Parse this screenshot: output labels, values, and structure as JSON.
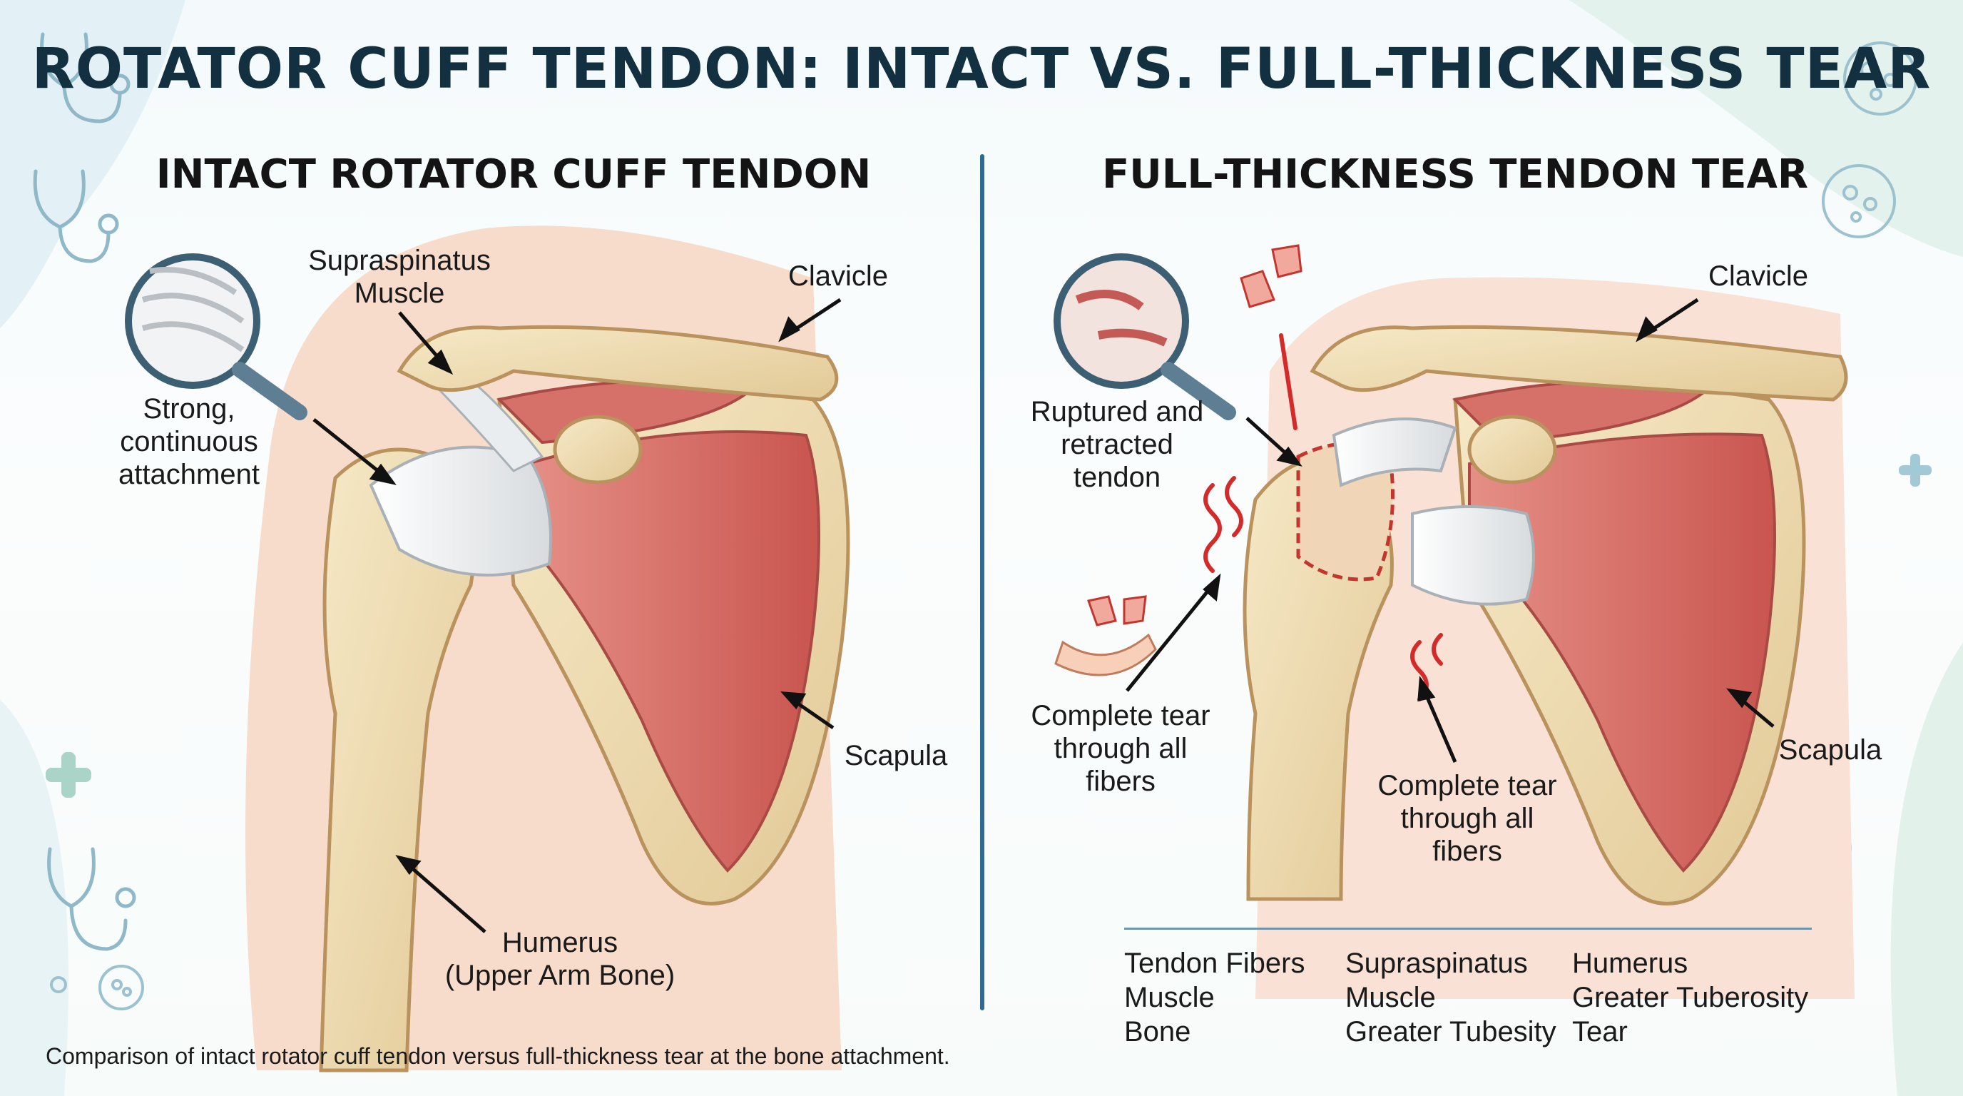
{
  "title": "ROTATOR CUFF TENDON: INTACT VS. FULL-THICKNESS TEAR",
  "left_panel": {
    "heading": "INTACT ROTATOR CUFF TENDON",
    "labels": {
      "supraspinatus_line1": "Supraspinatus",
      "supraspinatus_line2": "Muscle",
      "clavicle": "Clavicle",
      "strong_line1": "Strong,",
      "strong_line2": "continuous",
      "strong_line3": "attachment",
      "scapula": "Scapula",
      "humerus_line1": "Humerus",
      "humerus_line2": "(Upper Arm Bone)"
    }
  },
  "right_panel": {
    "heading": "FULL-THICKNESS TENDON TEAR",
    "labels": {
      "clavicle": "Clavicle",
      "ruptured_line1": "Ruptured and",
      "ruptured_line2": "retracted",
      "ruptured_line3": "tendon",
      "tear_a_line1": "Complete tear",
      "tear_a_line2": "through all",
      "tear_a_line3": "fibers",
      "tear_b_line1": "Complete tear",
      "tear_b_line2": "through all",
      "tear_b_line3": "fibers",
      "scapula": "Scapula"
    }
  },
  "legend": {
    "col1": [
      "Tendon Fibers",
      "Muscle",
      "Bone"
    ],
    "col2": [
      "Supraspinatus",
      "Muscle",
      "Greater Tubesity"
    ],
    "col3": [
      "Humerus",
      "Greater Tuberosity",
      "Tear"
    ]
  },
  "caption": "Comparison of intact rotator cuff tendon versus full-thickness tear at the bone attachment.",
  "colors": {
    "title": "#123040",
    "divider": "#2f6a93",
    "bone": "#ecd9ae",
    "muscle": "#d9726a",
    "tendon": "#eef0f1",
    "tear": "#d42a2a",
    "skin": "#f8dccb"
  },
  "icons": [
    "stethoscope-icon",
    "cell-icon",
    "plus-icon",
    "magnifier-icon"
  ]
}
